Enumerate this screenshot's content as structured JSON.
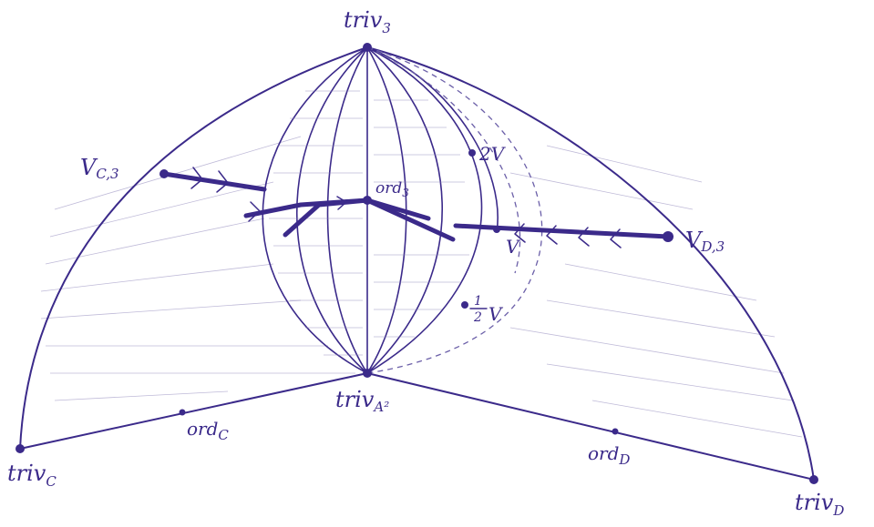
{
  "colors": {
    "ink": "#3b2a8a",
    "paper": "#ffffff"
  },
  "labels": {
    "triv_top": {
      "base": "triv",
      "sub": "3"
    },
    "triv_a2": {
      "base": "triv",
      "sub": "A²"
    },
    "triv_c": {
      "base": "triv",
      "sub": "C"
    },
    "triv_d": {
      "base": "triv",
      "sub": "D"
    },
    "ord_top": {
      "base": "ord",
      "sub": "3"
    },
    "ord_c": {
      "base": "ord",
      "sub": "C"
    },
    "ord_d": {
      "base": "ord",
      "sub": "D"
    },
    "v_c3": {
      "base": "V",
      "sub": "C,3"
    },
    "v_d3": {
      "base": "V",
      "sub": "D,3"
    },
    "v": "V",
    "two_v": "2V",
    "half_v_num": "1",
    "half_v_den": "2",
    "half_v_var": "V"
  }
}
